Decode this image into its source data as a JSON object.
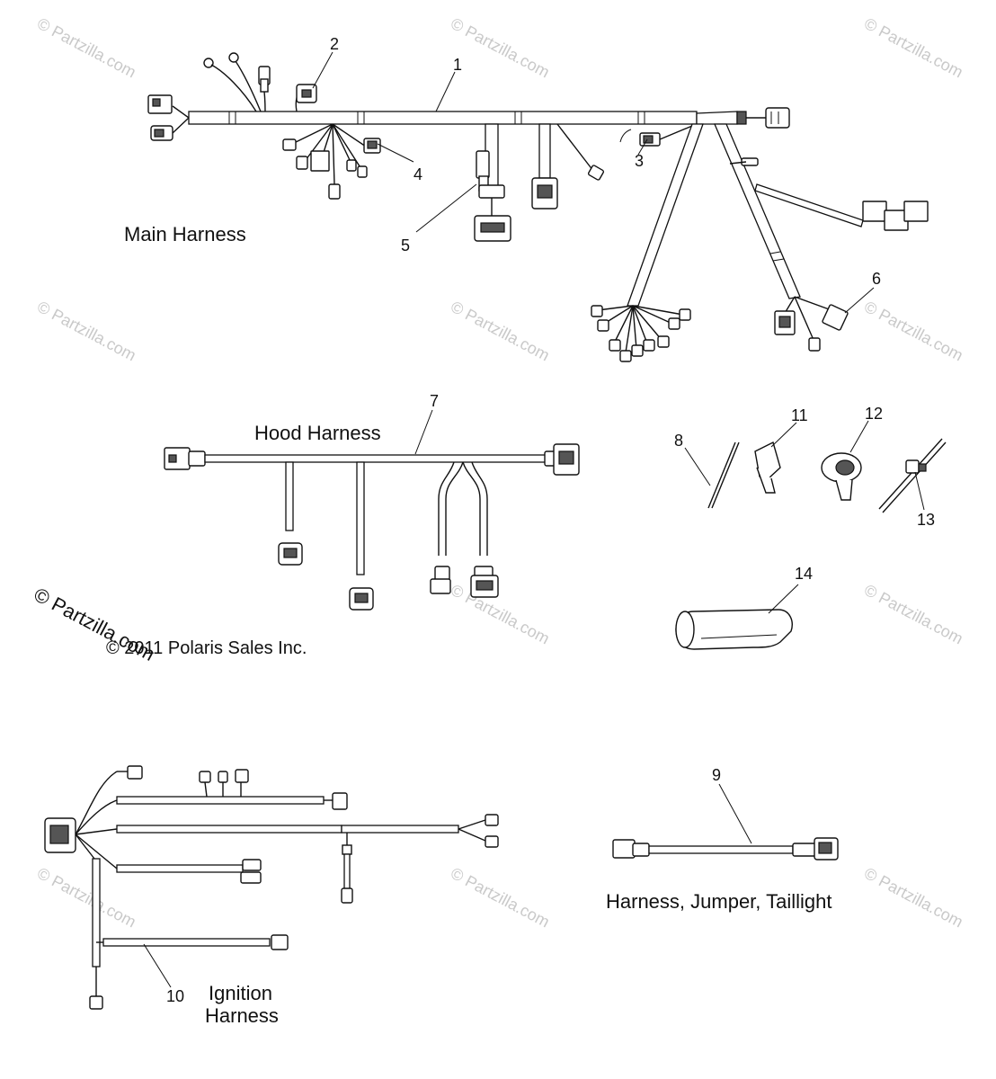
{
  "labels": {
    "main_harness": "Main Harness",
    "hood_harness": "Hood Harness",
    "ignition_harness_line1": "Ignition",
    "ignition_harness_line2": "Harness",
    "jumper_harness": "Harness, Jumper, Taillight",
    "copyright": "© 2011 Polaris Sales Inc."
  },
  "watermark": "© Partzilla.com",
  "watermark_large": "© Partzilla.com",
  "callouts": [
    "1",
    "2",
    "3",
    "4",
    "5",
    "6",
    "7",
    "8",
    "9",
    "10",
    "11",
    "12",
    "13",
    "14"
  ]
}
